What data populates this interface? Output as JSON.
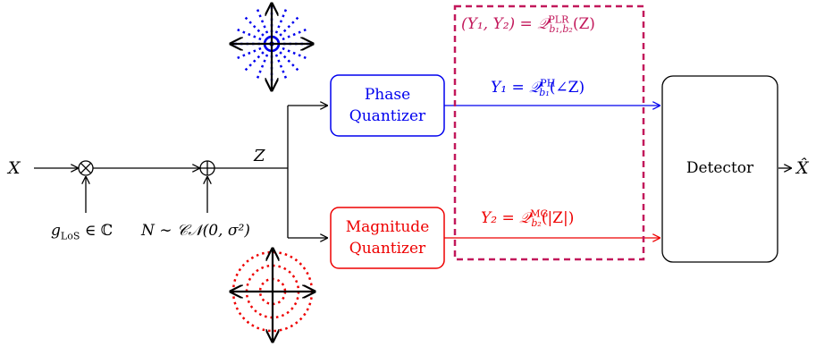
{
  "input_label": "X",
  "gain_label": "g",
  "gain_sub": "LoS",
  "gain_rest": " ∈ ℂ",
  "noise_label": "N ∼ 𝒞𝒩(0, σ²)",
  "signal_label": "Z",
  "phase_block": {
    "line1": "Phase",
    "line2": "Quantizer",
    "color": "#0000ee"
  },
  "mag_block": {
    "line1": "Magnitude",
    "line2": "Quantizer",
    "color": "#ee0000"
  },
  "detector_label": "Detector",
  "output_label": "X̂",
  "joint_label": {
    "lhs": "(Y₁, Y₂) = 𝒬",
    "sup": "PLR",
    "sub": "b₁,b₂",
    "rhs": "(Z)",
    "color": "#c2185b"
  },
  "y1_label": {
    "lhs": "Y₁ = 𝒬",
    "sup": "PH",
    "sub": "b₁",
    "rhs": "(∠Z)"
  },
  "y2_label": {
    "lhs": "Y₂ = 𝒬",
    "sup": "MG",
    "sub": "b₂",
    "rhs": "(|Z|)"
  },
  "colors": {
    "phase": "#0000ee",
    "magnitude": "#ee0000",
    "joint_box": "#c2185b",
    "lines": "#000000"
  }
}
